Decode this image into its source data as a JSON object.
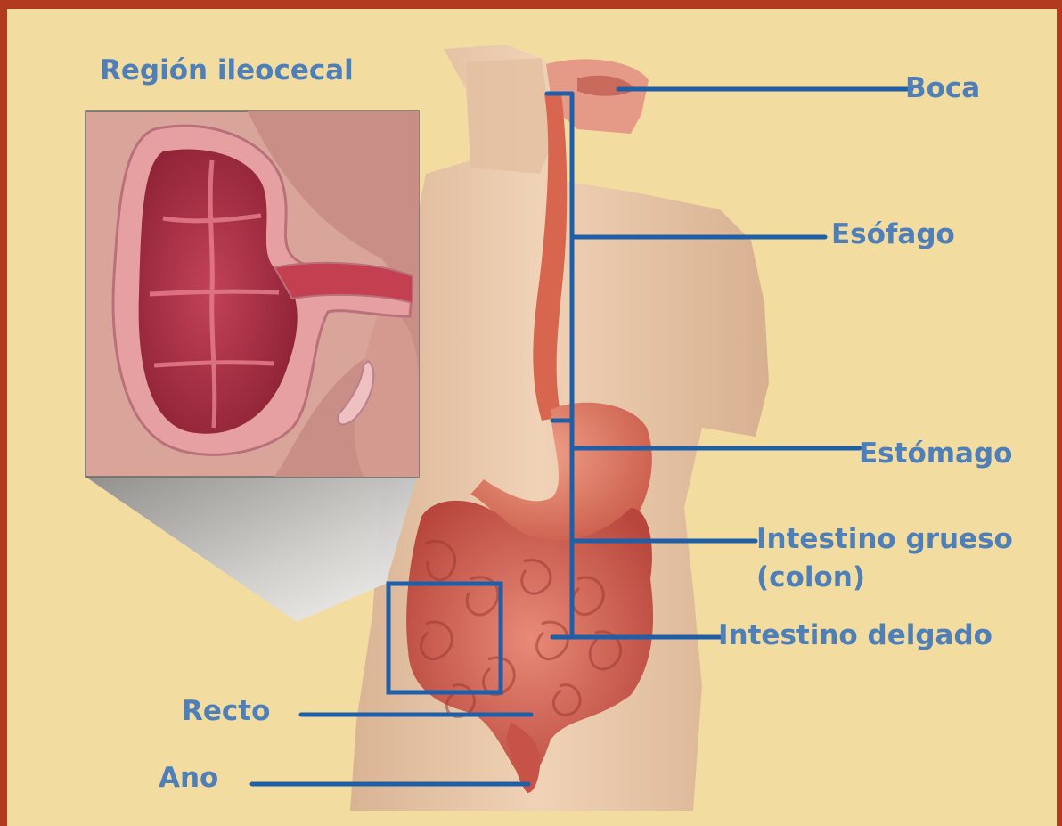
{
  "title": "Región ileocecal",
  "labels": {
    "boca": "Boca",
    "esofago": "Esófago",
    "estomago": "Estómago",
    "intestino_grueso_line1": "Intestino grueso",
    "intestino_grueso_line2": "(colon)",
    "intestino_delgado": "Intestino delgado",
    "recto": "Recto",
    "ano": "Ano"
  },
  "colors": {
    "background": "#f3dca0",
    "border": "#b23a1e",
    "label_text": "#4f7fb8",
    "leader_lines": "#1f5fa8",
    "skin": "#e8c4a6",
    "organ": "#d86a5a",
    "organ_dark": "#a8423a",
    "inset_tissue": "#c8485a"
  }
}
